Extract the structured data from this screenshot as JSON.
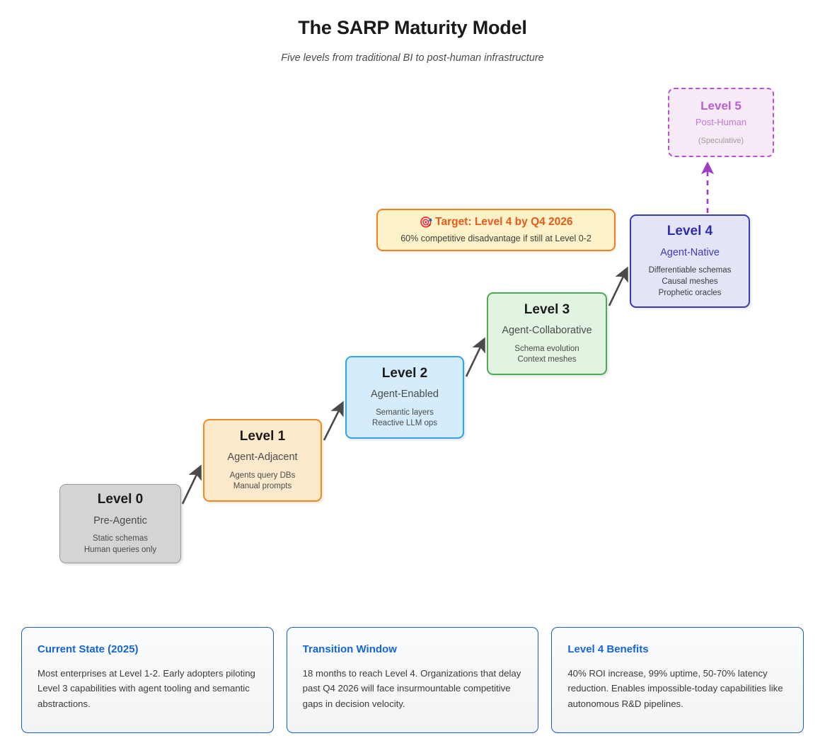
{
  "header": {
    "title": "The SARP Maturity Model",
    "subtitle": "Five levels from traditional BI to post-human infrastructure"
  },
  "diagram": {
    "type": "maturity-staircase",
    "levels": [
      {
        "id": "level-0",
        "title": "Level 0",
        "subtitle": "Pre-Agentic",
        "details": "Static schemas\nHuman queries only",
        "detail_lines": [
          "Static schemas",
          "Human queries only"
        ],
        "fill": "#d4d4d4",
        "border": "#9a9a9a",
        "style": "solid"
      },
      {
        "id": "level-1",
        "title": "Level 1",
        "subtitle": "Agent-Adjacent",
        "details": "Agents query DBs\nManual prompts",
        "detail_lines": [
          "Agents query DBs",
          "Manual prompts"
        ],
        "fill": "#fdeacd",
        "border": "#f08c1e",
        "style": "solid"
      },
      {
        "id": "level-2",
        "title": "Level 2",
        "subtitle": "Agent-Enabled",
        "details": "Semantic layers\nReactive LLM ops",
        "detail_lines": [
          "Semantic layers",
          "Reactive LLM ops"
        ],
        "fill": "#d4ecfb",
        "border": "#33a3e8",
        "style": "solid"
      },
      {
        "id": "level-3",
        "title": "Level 3",
        "subtitle": "Agent-Collaborative",
        "details": "Schema evolution\nContext meshes",
        "detail_lines": [
          "Schema evolution",
          "Context meshes"
        ],
        "fill": "#e2f3e2",
        "border": "#4aab52",
        "style": "solid"
      },
      {
        "id": "level-4",
        "title": "Level 4",
        "subtitle": "Agent-Native",
        "details": "Differentiable schemas\nCausal meshes\nProphetic oracles",
        "detail_lines": [
          "Differentiable schemas",
          "Causal meshes",
          "Prophetic oracles"
        ],
        "fill": "#e3e4f5",
        "border": "#3b3bb5",
        "style": "solid"
      },
      {
        "id": "level-5",
        "title": "Level 5",
        "subtitle": "Post-Human",
        "details": "(Speculative)",
        "detail_lines": [
          "(Speculative)"
        ],
        "fill": "#f6eaf7",
        "border": "#b457cf",
        "style": "dashed"
      }
    ],
    "connectors": [
      {
        "from": "level-0",
        "to": "level-1",
        "style": "solid",
        "color": "#4a4a4a"
      },
      {
        "from": "level-1",
        "to": "level-2",
        "style": "solid",
        "color": "#4a4a4a"
      },
      {
        "from": "level-2",
        "to": "level-3",
        "style": "solid",
        "color": "#4a4a4a"
      },
      {
        "from": "level-3",
        "to": "level-4",
        "style": "solid",
        "color": "#4a4a4a"
      },
      {
        "from": "level-4",
        "to": "level-5",
        "style": "dashed",
        "color": "#a03cc0"
      }
    ]
  },
  "target_callout": {
    "emoji": "🎯",
    "icon_name": "target-icon",
    "headline": "Target: Level 4 by Q4 2026",
    "note": "60% competitive disadvantage if still at Level 0-2",
    "fill": "#fef3c8",
    "border": "#ef8024",
    "headline_color": "#e8591c"
  },
  "cards": [
    {
      "title": "Current State (2025)",
      "body": "Most enterprises at Level 1-2. Early adopters piloting Level 3 capabilities with agent tooling and semantic abstractions."
    },
    {
      "title": "Transition Window",
      "body": "18 months to reach Level 4. Organizations that delay past Q4 2026 will face insurmountable competitive gaps in decision velocity."
    },
    {
      "title": "Level 4 Benefits",
      "body": "40% ROI increase, 99% uptime, 50-70% latency reduction. Enables impossible-today capabilities like autonomous R&D pipelines."
    }
  ],
  "colors": {
    "card_accent": "#1565d8",
    "card_border": "#1a5fc4",
    "arrow": "#4a4a4a",
    "speculative_arrow": "#a03cc0"
  }
}
